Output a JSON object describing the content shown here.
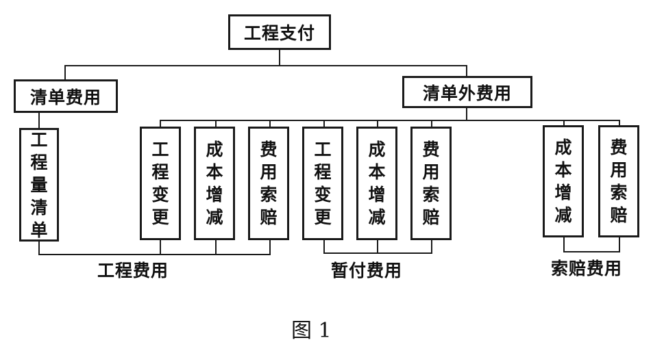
{
  "root": "工程支付",
  "branches": [
    {
      "label": "清单费用",
      "children": [
        "工程量清单"
      ]
    },
    {
      "label": "清单外费用",
      "children": [
        "工程变更",
        "成本增减",
        "费用索赔",
        "工程变更",
        "成本增减",
        "费用索赔",
        "成本增减",
        "费用索赔"
      ]
    }
  ],
  "groups": [
    "工程费用",
    "暂付费用",
    "索赔费用"
  ],
  "figure_label": "图 1"
}
